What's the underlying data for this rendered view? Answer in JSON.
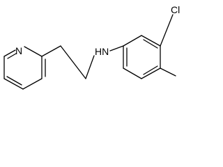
{
  "molecule": {
    "atoms": {
      "pyridine_n": "N",
      "amine_nh": "HN",
      "chlorine": "Cl"
    },
    "colors": {
      "bond": "#000000",
      "label": "#000000",
      "background": "#ffffff"
    }
  }
}
